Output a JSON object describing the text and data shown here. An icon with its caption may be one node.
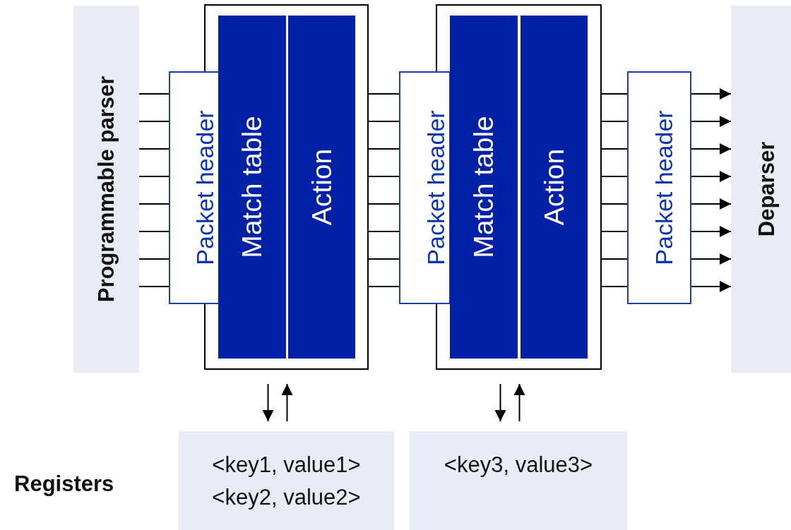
{
  "diagram": {
    "nodes": [
      {
        "text": [
          "Programmable parser"
        ]
      },
      {
        "text": [],
        "shape": "box"
      },
      {
        "text": [
          "Match table"
        ],
        "in": 1
      },
      {
        "text": [
          "Action"
        ],
        "in": 1
      },
      {
        "text": [
          "Packet header"
        ]
      },
      {
        "text": [],
        "shape": "box"
      },
      {
        "text": [
          "Match table"
        ],
        "in": 5
      },
      {
        "text": [
          "Action"
        ],
        "in": 5
      },
      {
        "text": [
          "Packet header"
        ]
      },
      {
        "text": [
          "Packet header"
        ]
      },
      {
        "text": [
          "Deparser"
        ]
      },
      {
        "text": [
          "<key1, value1>",
          "<key2, value2>"
        ]
      },
      {
        "text": [
          "<key3, value3>"
        ]
      }
    ],
    "edges": [
      {
        "from": 0,
        "to": 4,
        "arrow": "none"
      },
      {
        "from": 0,
        "to": 4,
        "arrow": "none"
      },
      {
        "from": 0,
        "to": 4,
        "arrow": "none"
      },
      {
        "from": 0,
        "to": 4,
        "arrow": "none"
      },
      {
        "from": 0,
        "to": 4,
        "arrow": "none"
      },
      {
        "from": 0,
        "to": 4,
        "arrow": "none"
      },
      {
        "from": 0,
        "to": 4,
        "arrow": "none"
      },
      {
        "from": 0,
        "to": 4,
        "arrow": "none"
      },
      {
        "from": 1,
        "to": 8,
        "arrow": "none"
      },
      {
        "from": 1,
        "to": 8,
        "arrow": "none"
      },
      {
        "from": 1,
        "to": 8,
        "arrow": "none"
      },
      {
        "from": 1,
        "to": 8,
        "arrow": "none"
      },
      {
        "from": 1,
        "to": 8,
        "arrow": "none"
      },
      {
        "from": 1,
        "to": 8,
        "arrow": "none"
      },
      {
        "from": 1,
        "to": 8,
        "arrow": "none"
      },
      {
        "from": 1,
        "to": 8,
        "arrow": "none"
      },
      {
        "from": 5,
        "to": 9,
        "arrow": "none"
      },
      {
        "from": 5,
        "to": 9,
        "arrow": "none"
      },
      {
        "from": 5,
        "to": 9,
        "arrow": "none"
      },
      {
        "from": 5,
        "to": 9,
        "arrow": "none"
      },
      {
        "from": 5,
        "to": 9,
        "arrow": "none"
      },
      {
        "from": 5,
        "to": 9,
        "arrow": "none"
      },
      {
        "from": 5,
        "to": 9,
        "arrow": "none"
      },
      {
        "from": 5,
        "to": 9,
        "arrow": "none"
      },
      {
        "from": 9,
        "to": 10,
        "arrow": "to"
      },
      {
        "from": 9,
        "to": 10,
        "arrow": "to"
      },
      {
        "from": 9,
        "to": 10,
        "arrow": "to"
      },
      {
        "from": 9,
        "to": 10,
        "arrow": "to"
      },
      {
        "from": 9,
        "to": 10,
        "arrow": "to"
      },
      {
        "from": 9,
        "to": 10,
        "arrow": "to"
      },
      {
        "from": 9,
        "to": 10,
        "arrow": "to"
      },
      {
        "from": 9,
        "to": 10,
        "arrow": "to"
      },
      {
        "from": 1,
        "to": 11,
        "arrow": "to"
      },
      {
        "from": 11,
        "to": 1,
        "arrow": "to"
      },
      {
        "from": 5,
        "to": 12,
        "arrow": "to"
      },
      {
        "from": 12,
        "to": 5,
        "arrow": "to"
      }
    ],
    "labels": [
      "Registers"
    ]
  }
}
